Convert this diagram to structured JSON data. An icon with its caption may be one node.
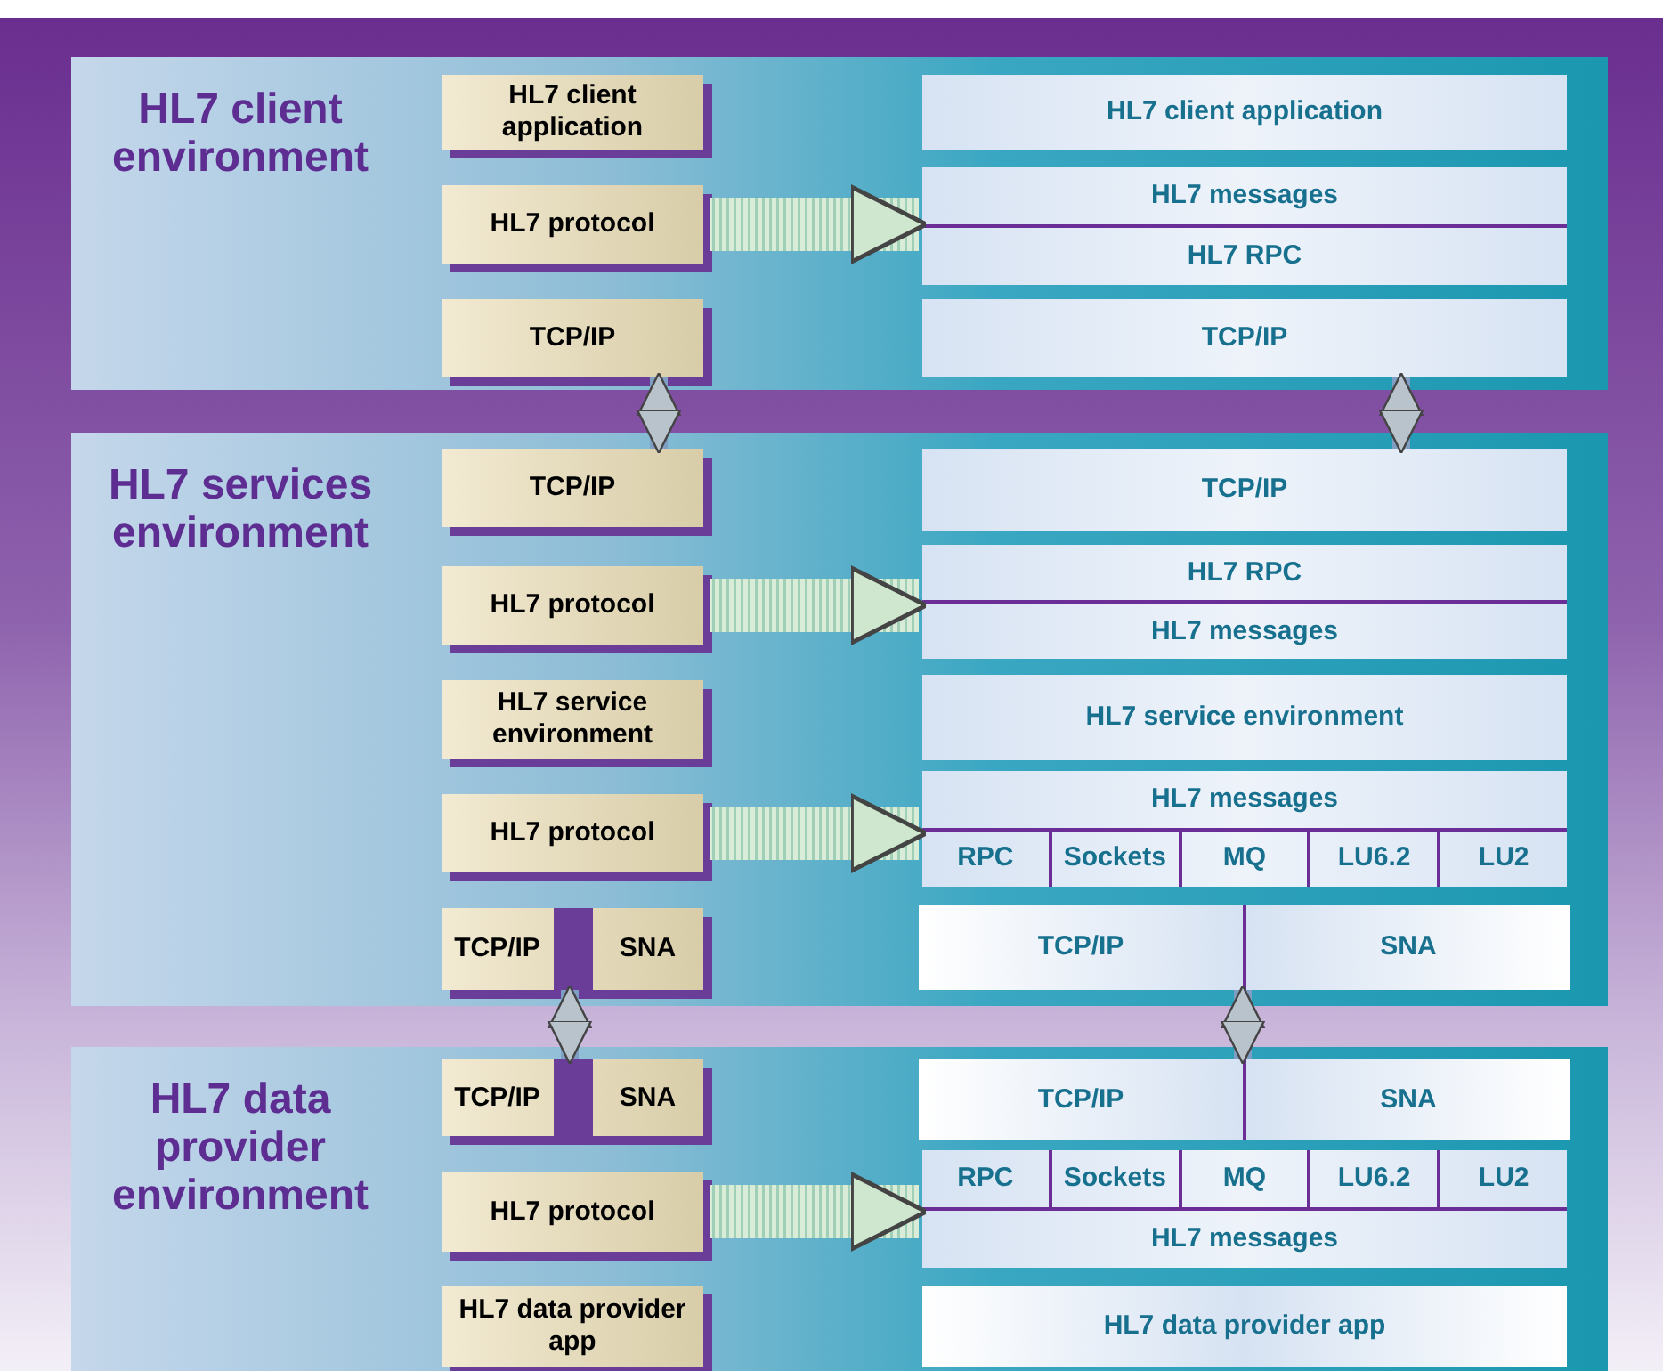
{
  "diagram": {
    "nodes": [
      {
        "text": [
          "HL7 client environment"
        ]
      },
      {
        "text": [
          "HL7 client application"
        ],
        "in": 0
      },
      {
        "text": [
          "HL7 protocol"
        ],
        "in": 0
      },
      {
        "text": [
          "TCP/IP"
        ],
        "in": 0
      },
      {
        "text": [
          "HL7 client application"
        ],
        "in": 0
      },
      {
        "text": [
          "HL7 messages",
          "HL7 RPC"
        ],
        "in": 0
      },
      {
        "text": [
          "TCP/IP"
        ],
        "in": 0
      },
      {
        "text": [
          "HL7 services environment"
        ]
      },
      {
        "text": [
          "TCP/IP"
        ],
        "in": 7
      },
      {
        "text": [
          "HL7 protocol"
        ],
        "in": 7
      },
      {
        "text": [
          "HL7 service environment"
        ],
        "in": 7
      },
      {
        "text": [
          "HL7 protocol"
        ],
        "in": 7
      },
      {
        "text": [
          "TCP/IP",
          "SNA"
        ],
        "in": 7
      },
      {
        "text": [
          "TCP/IP"
        ],
        "in": 7
      },
      {
        "text": [
          "HL7 RPC",
          "HL7 messages"
        ],
        "in": 7
      },
      {
        "text": [
          "HL7 service environment"
        ],
        "in": 7
      },
      {
        "text": [
          "HL7 messages",
          "RPC",
          "Sockets",
          "MQ",
          "LU6.2",
          "LU2"
        ],
        "in": 7
      },
      {
        "text": [
          "TCP/IP",
          "SNA"
        ],
        "in": 7
      },
      {
        "text": [
          "HL7 data provider environment"
        ]
      },
      {
        "text": [
          "TCP/IP",
          "SNA"
        ],
        "in": 18
      },
      {
        "text": [
          "HL7 protocol"
        ],
        "in": 18
      },
      {
        "text": [
          "HL7 data provider app"
        ],
        "in": 18
      },
      {
        "text": [
          "TCP/IP",
          "SNA"
        ],
        "in": 18
      },
      {
        "text": [
          "RPC",
          "Sockets",
          "MQ",
          "LU6.2",
          "LU2",
          "HL7 messages"
        ],
        "in": 18
      },
      {
        "text": [
          "HL7 data provider app"
        ],
        "in": 18
      }
    ],
    "edges": [
      {
        "from": 2,
        "to": 5,
        "arrow": "to",
        "style": "thick"
      },
      {
        "from": 3,
        "to": 8,
        "arrow": "both"
      },
      {
        "from": 6,
        "to": 13,
        "arrow": "both"
      },
      {
        "from": 9,
        "to": 14,
        "arrow": "to",
        "style": "thick"
      },
      {
        "from": 11,
        "to": 16,
        "arrow": "to",
        "style": "thick"
      },
      {
        "from": 12,
        "to": 19,
        "arrow": "both"
      },
      {
        "from": 17,
        "to": 22,
        "arrow": "both"
      },
      {
        "from": 20,
        "to": 23,
        "arrow": "to",
        "style": "thick"
      }
    ]
  }
}
